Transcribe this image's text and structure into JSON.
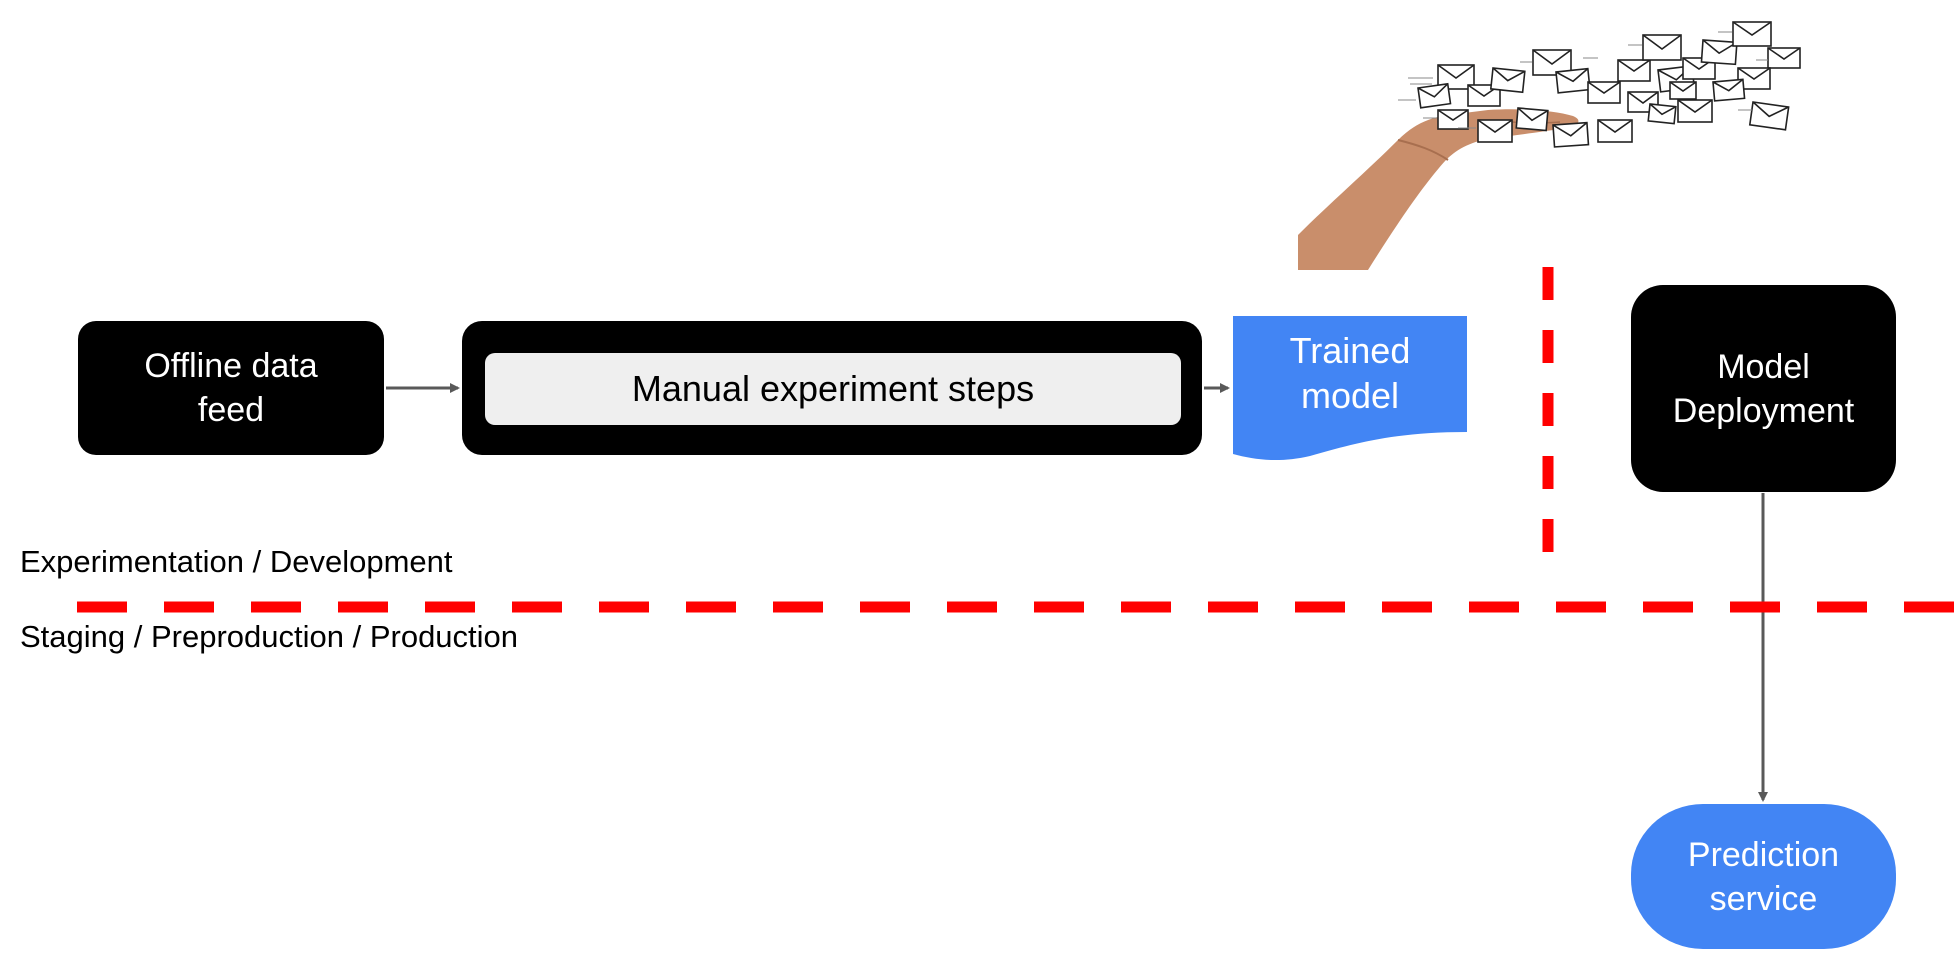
{
  "nodes": {
    "offline_data_feed": "Offline data\nfeed",
    "manual_experiment_steps": "Manual experiment steps",
    "trained_model": "Trained\nmodel",
    "model_deployment": "Model\nDeployment",
    "prediction_service": "Prediction\nservice"
  },
  "zones": {
    "upper": "Experimentation / Development",
    "lower": "Staging / Preproduction / Production"
  },
  "illustration": {
    "icon": "hand-with-envelopes-icon"
  },
  "colors": {
    "node_dark": "#000000",
    "node_blue": "#4285f4",
    "inner_panel": "#efefef",
    "divider": "#ff0000",
    "arrow": "#595959"
  }
}
